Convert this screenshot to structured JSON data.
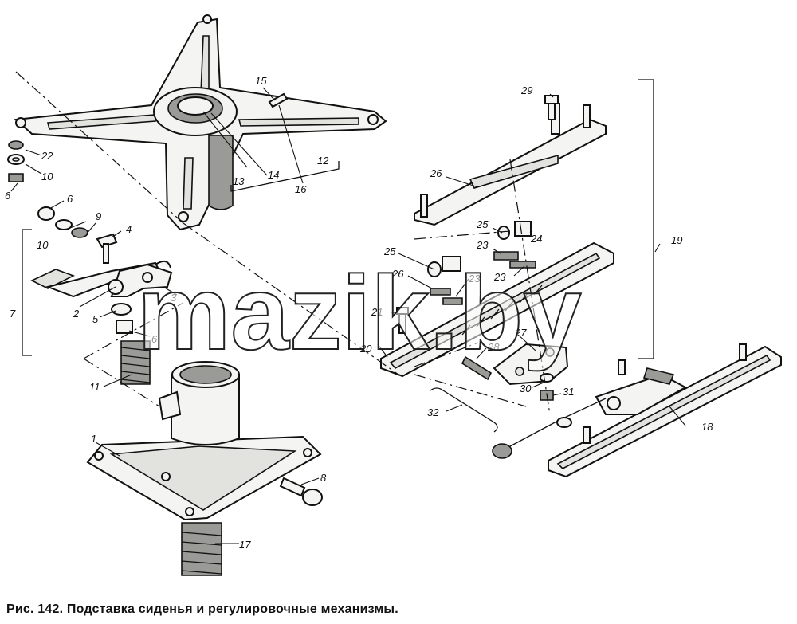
{
  "caption": "Рис. 142. Подставка сиденья и регулировочные механизмы.",
  "watermark": "mazik.by",
  "callouts": [
    "1",
    "2",
    "3",
    "4",
    "5",
    "6",
    "6",
    "6",
    "7",
    "8",
    "9",
    "10",
    "10",
    "11",
    "12",
    "13",
    "14",
    "15",
    "16",
    "17",
    "18",
    "19",
    "20",
    "21",
    "22",
    "23",
    "23",
    "23",
    "24",
    "25",
    "25",
    "26",
    "26",
    "27",
    "28",
    "29",
    "30",
    "31",
    "32"
  ]
}
